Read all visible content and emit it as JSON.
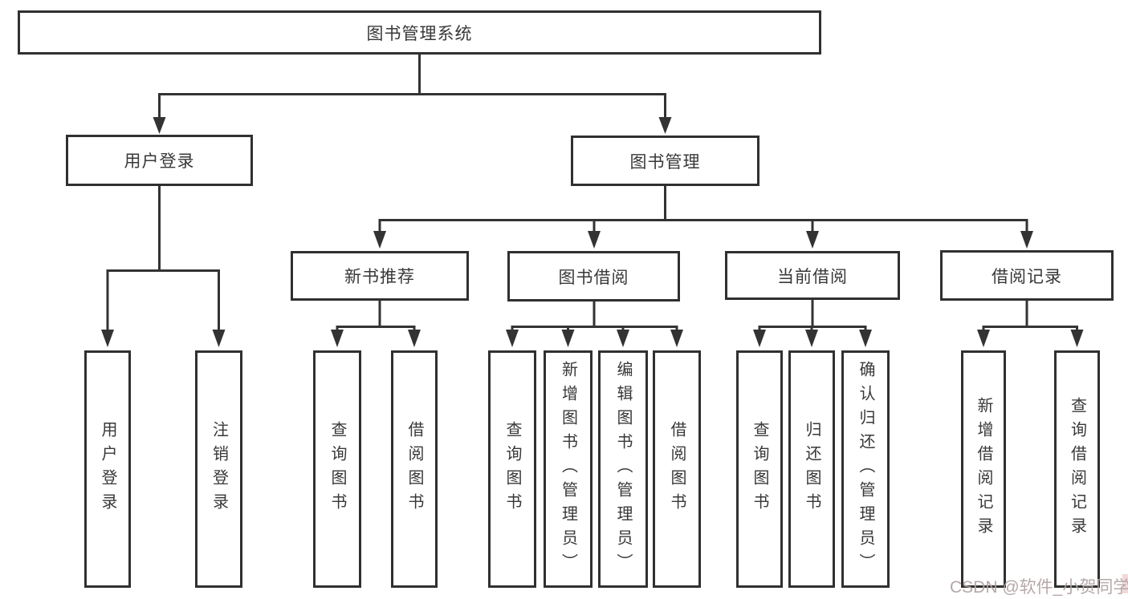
{
  "diagram_title": "图书管理系统",
  "tree": {
    "root": {
      "label": "图书管理系统"
    },
    "level2": [
      {
        "label": "用户登录"
      },
      {
        "label": "图书管理"
      }
    ],
    "level3": [
      {
        "label": "新书推荐"
      },
      {
        "label": "图书借阅"
      },
      {
        "label": "当前借阅"
      },
      {
        "label": "借阅记录"
      }
    ],
    "leaves": {
      "user_login": [
        {
          "label": "用户登录"
        },
        {
          "label": "注销登录"
        }
      ],
      "new_book_recommend": [
        {
          "label": "查询图书"
        },
        {
          "label": "借阅图书"
        }
      ],
      "book_borrow": [
        {
          "label": "查询图书"
        },
        {
          "label": "新增图书（管理员）"
        },
        {
          "label": "编辑图书（管理员）"
        },
        {
          "label": "借阅图书"
        }
      ],
      "current_borrow": [
        {
          "label": "查询图书"
        },
        {
          "label": "归还图书"
        },
        {
          "label": "确认归还（管理员）"
        }
      ],
      "borrow_records": [
        {
          "label": "新增借阅记录"
        },
        {
          "label": "查询借阅记录"
        }
      ]
    }
  },
  "watermark": {
    "text": "CSDN @软件_小贺同学",
    "color": "#b3a4a4"
  },
  "colors": {
    "line": "#333333",
    "border": "#303030",
    "text": "#383838",
    "background": "#ffffff"
  }
}
